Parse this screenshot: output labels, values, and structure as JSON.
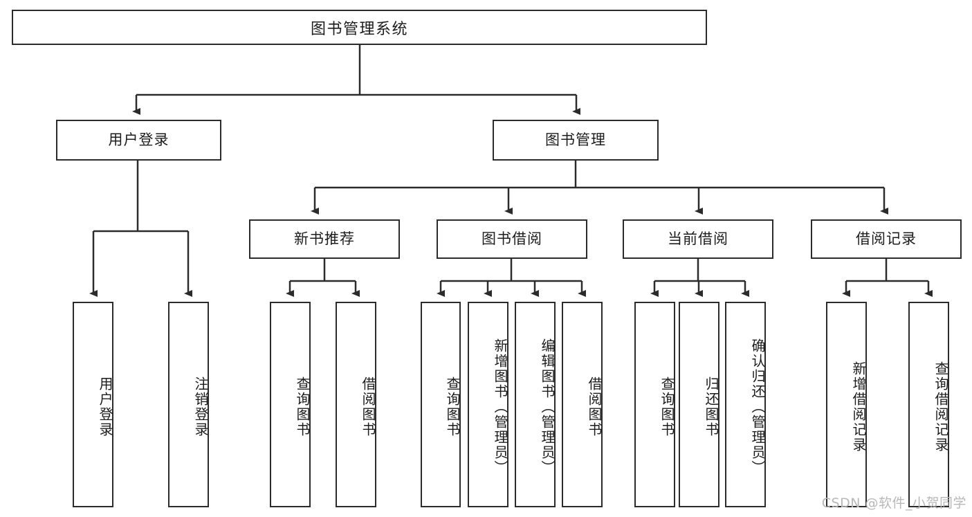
{
  "diagram": {
    "type": "tree",
    "title": "图书管理系统",
    "root": {
      "label": "图书管理系统"
    },
    "level1": [
      {
        "label": "用户登录"
      },
      {
        "label": "图书管理"
      }
    ],
    "level2": [
      {
        "label": "新书推荐"
      },
      {
        "label": "图书借阅"
      },
      {
        "label": "当前借阅"
      },
      {
        "label": "借阅记录"
      }
    ],
    "leaves": {
      "user_login": [
        {
          "label": "用户登录"
        },
        {
          "label": "注销登录"
        }
      ],
      "new_book_recommend": [
        {
          "label": "查询图书"
        },
        {
          "label": "借阅图书"
        }
      ],
      "book_borrow": [
        {
          "label": "查询图书"
        },
        {
          "label": "新增图书（管理员）"
        },
        {
          "label": "编辑图书（管理员）"
        },
        {
          "label": "借阅图书"
        }
      ],
      "current_borrow": [
        {
          "label": "查询图书"
        },
        {
          "label": "归还图书"
        },
        {
          "label": "确认归还（管理员）"
        }
      ],
      "borrow_record": [
        {
          "label": "新增借阅记录"
        },
        {
          "label": "查询借阅记录"
        }
      ]
    }
  },
  "watermark": {
    "text": "CSDN @软件_小贺同学"
  },
  "colors": {
    "border": "#2b2b2b",
    "background": "#ffffff",
    "text": "#1c1c1c",
    "watermark": "#b8b8b8"
  }
}
